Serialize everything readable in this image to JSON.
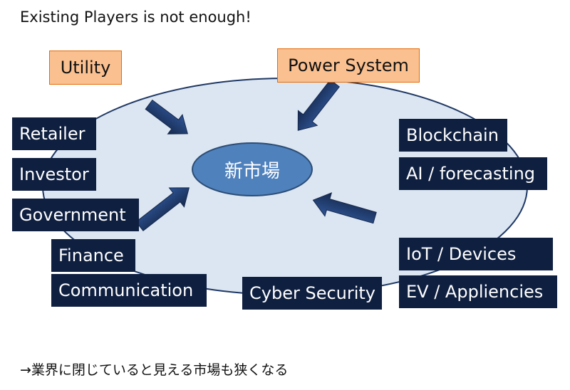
{
  "title": "Existing Players is not enough!",
  "center": "新市場",
  "top_boxes": {
    "utility": "Utility",
    "power_system": "Power System"
  },
  "left_boxes": {
    "retailer": "Retailer",
    "investor": "Investor",
    "government": "Government",
    "finance": "Finance",
    "communication": "Communication"
  },
  "right_boxes": {
    "blockchain": "Blockchain",
    "ai_forecasting": "AI / forecasting",
    "iot_devices": "IoT / Devices",
    "ev_appliencies": "EV / Appliencies"
  },
  "bottom_boxes": {
    "cyber_security": "Cyber Security"
  },
  "footer": "→業界に閉じていると見える市場も狭くなる",
  "colors": {
    "dark_box": "#0f1f40",
    "orange_box": "#fac090",
    "orange_border": "#e46c0a",
    "big_ellipse_fill": "#dce6f2",
    "big_ellipse_stroke": "#1f3864",
    "center_ellipse_fill": "#4f81bd",
    "center_ellipse_stroke": "#2c4d75",
    "arrow_fill": "#1f3864"
  }
}
